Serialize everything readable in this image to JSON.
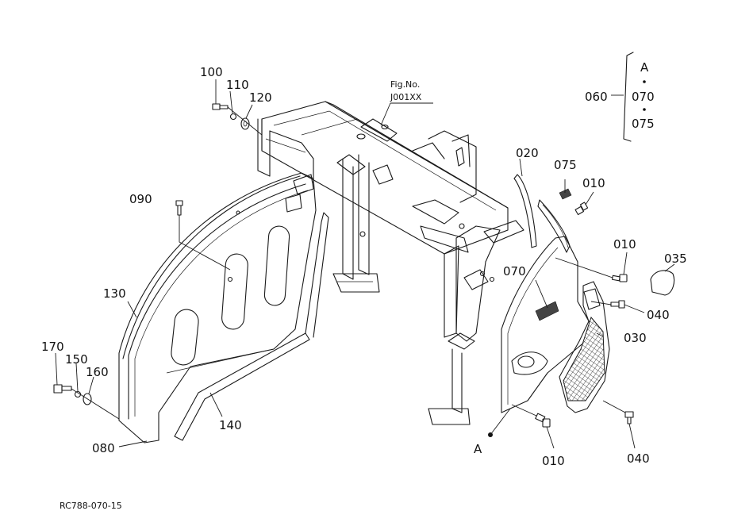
{
  "figure_ref": {
    "line1": "Fig.No.",
    "line2": "J001XX"
  },
  "doc_code": "RC788-070-15",
  "callouts": {
    "p100": "100",
    "p110": "110",
    "p120": "120",
    "p090": "090",
    "p130": "130",
    "p170": "170",
    "p150": "150",
    "p160": "160",
    "p080": "080",
    "p140": "140",
    "p020": "020",
    "p075": "075",
    "p010_top": "010",
    "p010_mid": "010",
    "p035": "035",
    "p070": "070",
    "p040_mid": "040",
    "p030": "030",
    "p010_bot": "010",
    "p040_bot": "040",
    "pA": "A"
  },
  "kit_group": {
    "number": "060",
    "items": [
      "A",
      "070",
      "075"
    ]
  }
}
